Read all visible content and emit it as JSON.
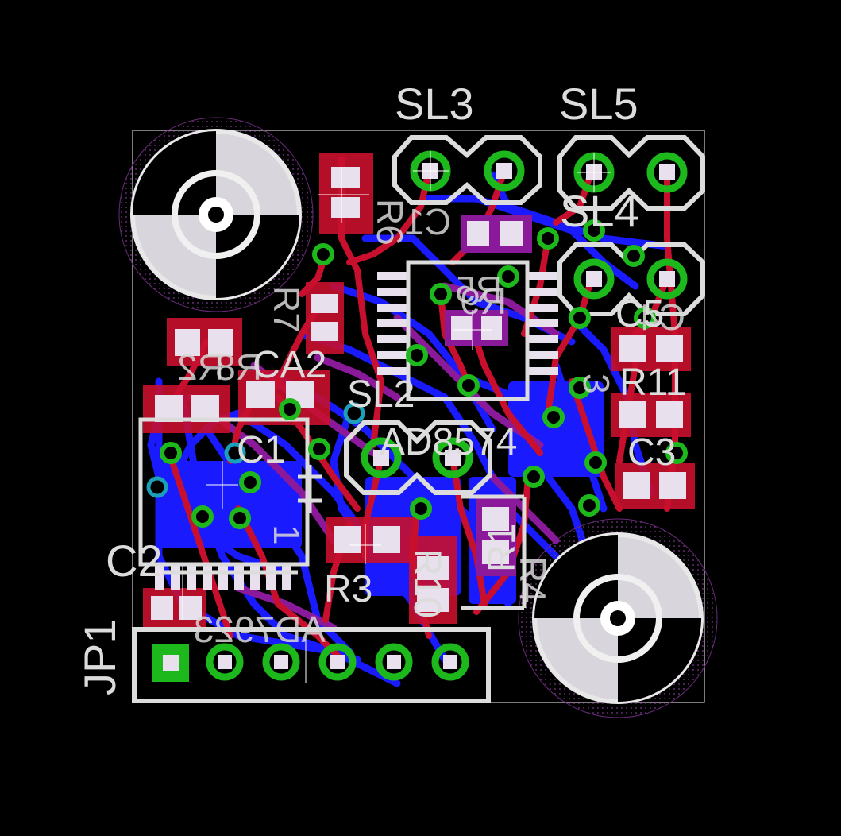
{
  "board": {
    "colors": {
      "background": "#000000",
      "top_copper": "#c8102e",
      "bottom_copper": "#1a1aff",
      "via_ring": "#1cb81c",
      "pad": "#e8e0ec",
      "silkscreen": "#dcdcdc",
      "mixed": "#8a1a9a"
    },
    "labels": {
      "sl3": "SL3",
      "sl5": "SL5",
      "sl4": "SL4",
      "sl2": "SL2",
      "r5": "R5",
      "r1": "R1",
      "c1": "C1",
      "c1_mirror": "C1",
      "c2": "C2",
      "c3": "C3",
      "c5": "C5",
      "r3": "R3",
      "r4": "R4",
      "r6": "R6",
      "r11": "R11",
      "r2_mirror": "R2",
      "r8": "R8",
      "r9": "R9",
      "ca2": "CA2",
      "ad8574": "AD8574",
      "ad7923_mirror": "AD7923",
      "jp1": "JP1",
      "c4": "C4",
      "r7": "R7",
      "r10": "R10",
      "r_mirror_1": "1",
      "c_mirror_3": "3"
    }
  }
}
